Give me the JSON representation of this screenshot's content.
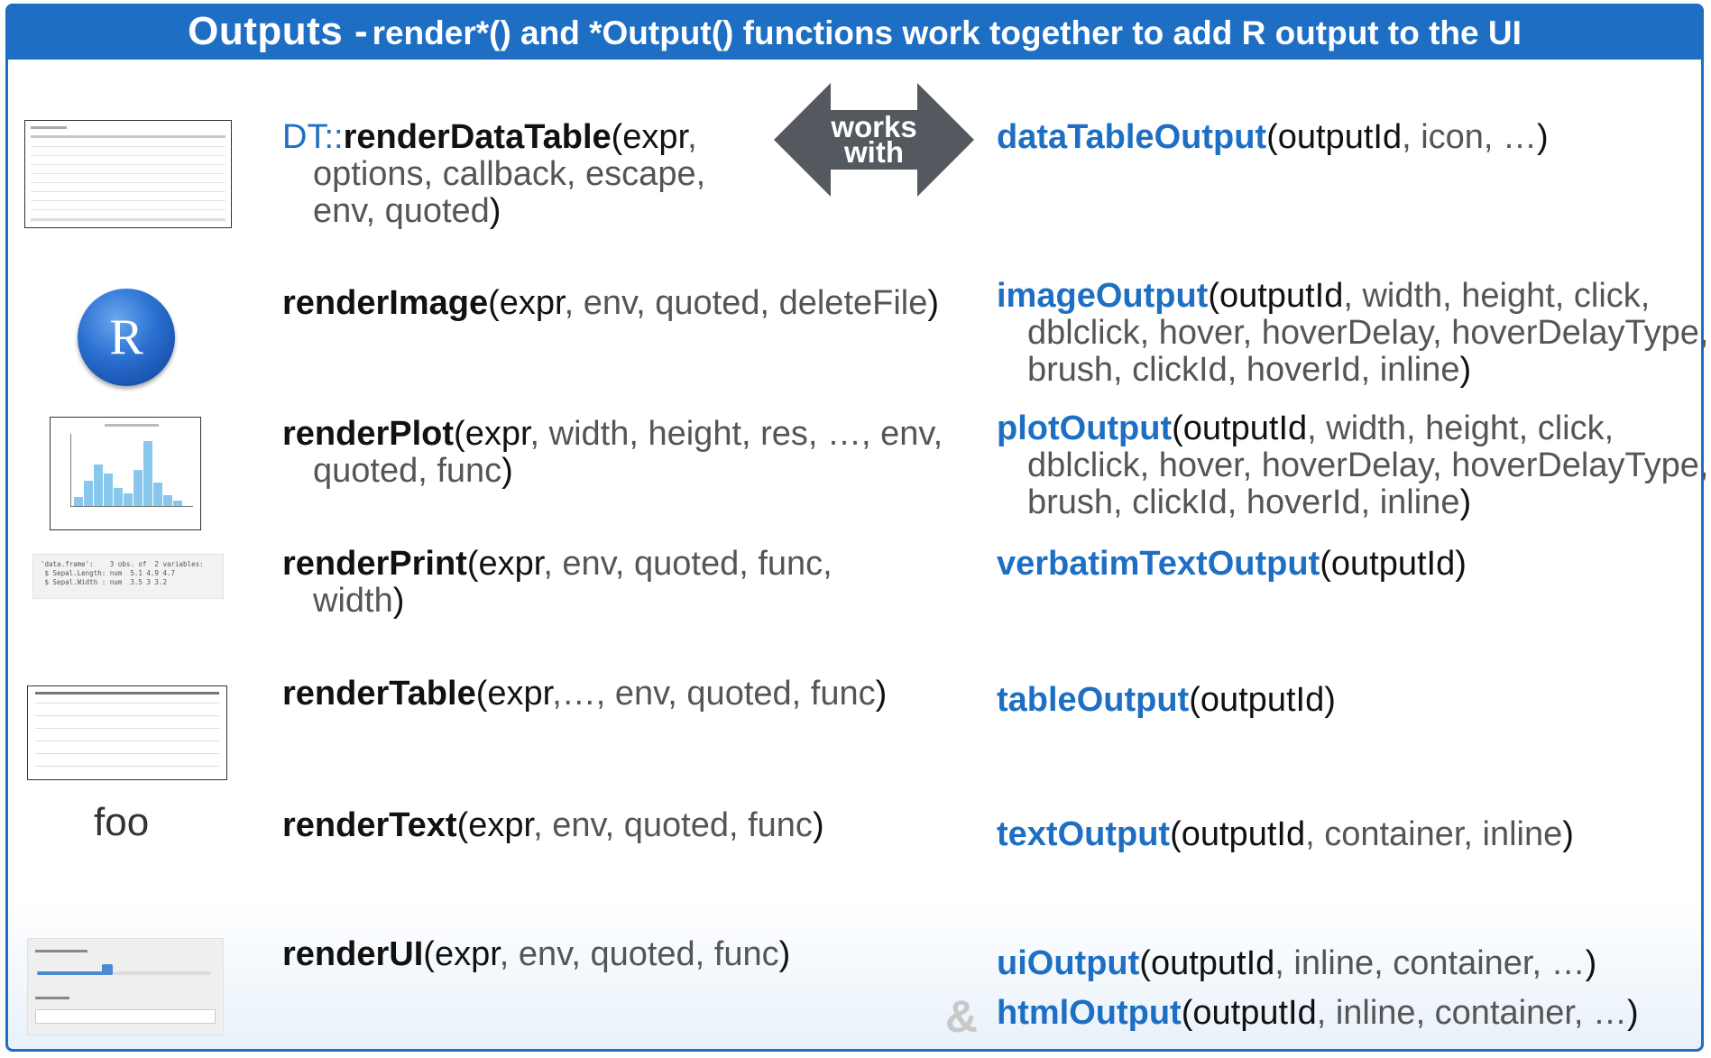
{
  "header": {
    "title": "Outputs -",
    "subtitle": "render*()  and *Output() functions work together to add R output to the UI"
  },
  "arrow": {
    "line1": "works",
    "line2": "with"
  },
  "thumbnails": {
    "r_logo": "R",
    "print_text": "'data.frame':    3 obs. of  2 variables:\n $ Sepal.Length: num  5.1 4.9 4.7\n $ Sepal.Width : num  3.5 3 3.2",
    "foo": "foo",
    "icons": [
      "datatable-thumbnail",
      "r-logo",
      "histogram-thumbnail",
      "print-output-thumbnail",
      "table-thumbnail",
      "text-thumbnail",
      "ui-controls-thumbnail"
    ]
  },
  "render": {
    "datatable": {
      "ns": "DT",
      "sep": "::",
      "name": "renderDataTable",
      "open": "(",
      "first": "expr",
      "rest1": ",",
      "line2": "options, callback,  escape,",
      "line3": "env, quoted",
      "close": ")"
    },
    "image": {
      "name": "renderImage",
      "open": "(",
      "first": "expr",
      "rest1": ", env, quoted, deleteFile",
      "close": ")"
    },
    "plot": {
      "name": "renderPlot",
      "open": "(",
      "first": "expr",
      "rest1": ", width, height, res, …, env,",
      "line2": "quoted, func",
      "close": ")"
    },
    "print": {
      "name": "renderPrint",
      "open": "(",
      "first": "expr",
      "rest1": ", env, quoted, func,",
      "line2": "width",
      "close": ")"
    },
    "table": {
      "name": "renderTable",
      "open": "(",
      "first": "expr",
      "rest1": ",…, env, quoted, func",
      "close": ")"
    },
    "text": {
      "name": "renderText",
      "open": "(",
      "first": "expr",
      "rest1": ", env, quoted, func",
      "close": ")"
    },
    "ui": {
      "name": "renderUI",
      "open": "(",
      "first": "expr",
      "rest1": ", env, quoted, func",
      "close": ")"
    }
  },
  "output": {
    "datatable": {
      "name": "dataTableOutput",
      "open": "(",
      "first": "outputId",
      "rest1": ", icon, …",
      "close": ")"
    },
    "image": {
      "name": "imageOutput",
      "open": "(",
      "first": "outputId",
      "rest1": ", width, height, click,",
      "line2": "dblclick, hover, hoverDelay, hoverDelayType,",
      "line3": "brush, clickId, hoverId, inline",
      "close": ")"
    },
    "plot": {
      "name": "plotOutput",
      "open": "(",
      "first": "outputId",
      "rest1": ", width, height, click,",
      "line2": "dblclick, hover, hoverDelay, hoverDelayType,",
      "line3": "brush, clickId, hoverId, inline",
      "close": ")"
    },
    "print": {
      "name": "verbatimTextOutput",
      "open": "(",
      "first": "outputId",
      "close": ")"
    },
    "table": {
      "name": "tableOutput",
      "open": "(",
      "first": "outputId",
      "close": ")"
    },
    "text": {
      "name": "textOutput",
      "open": "(",
      "first": "outputId",
      "rest1": ", container, inline",
      "close": ")"
    },
    "ui": {
      "name": "uiOutput",
      "open": "(",
      "first": "outputId",
      "rest1": ", inline, container, …",
      "close": ")"
    },
    "html": {
      "amp": "&",
      "name": "htmlOutput",
      "open": "(",
      "first": "outputId",
      "rest1": ", inline, container, …",
      "close": ")"
    }
  },
  "colors": {
    "brand_blue": "#1e6fc4",
    "arrow_gray": "#54595f"
  }
}
